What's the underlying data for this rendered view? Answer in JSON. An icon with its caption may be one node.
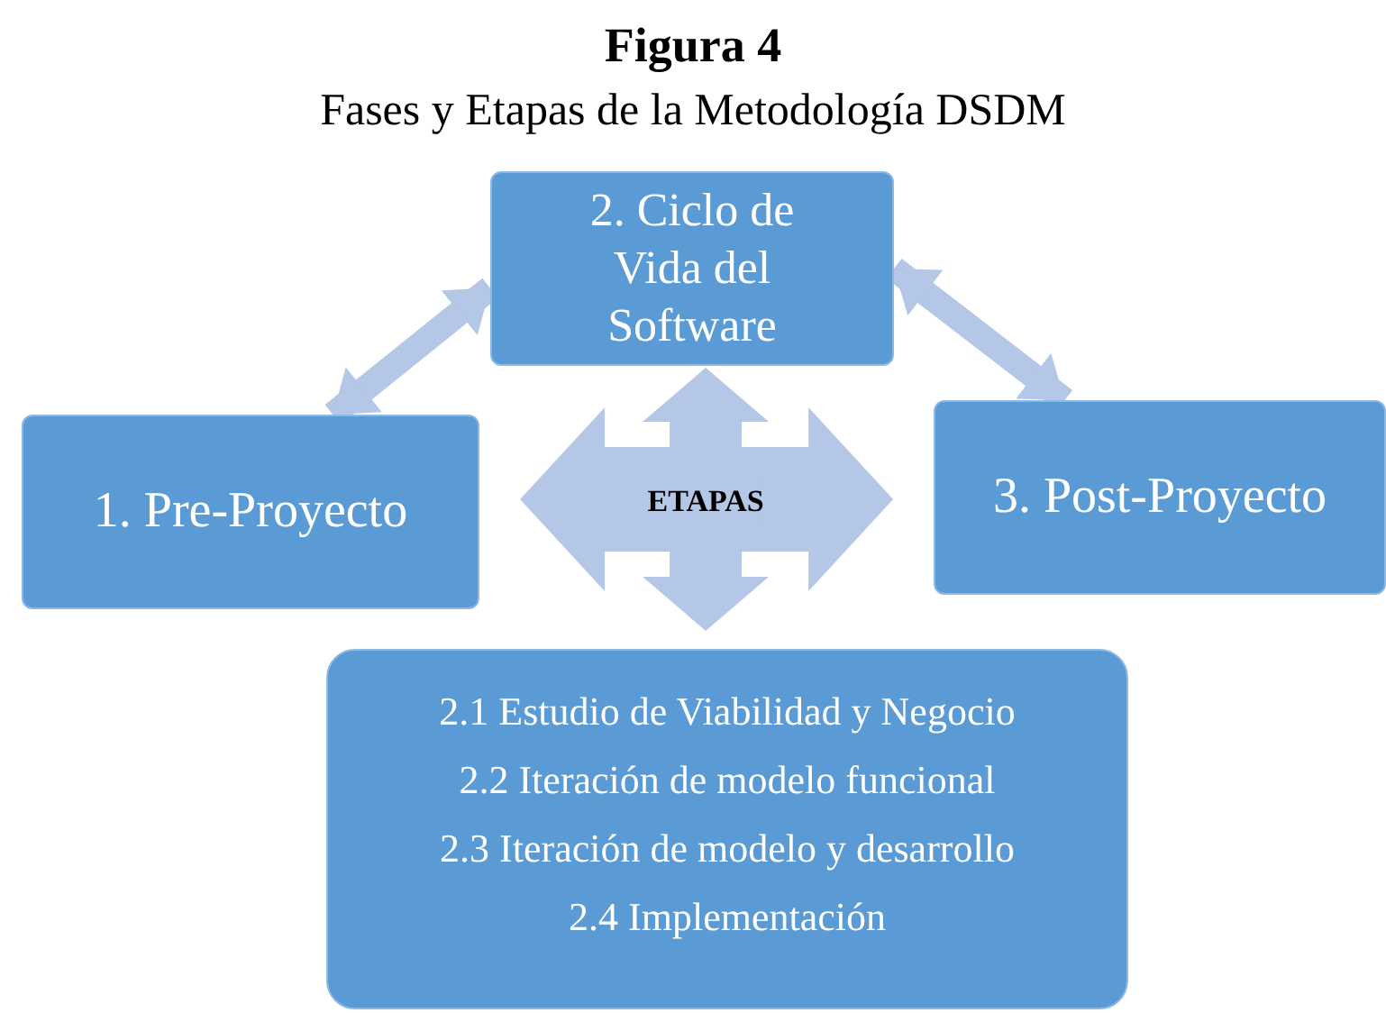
{
  "diagram": {
    "title": "Figura 4",
    "caption": "Fases y Etapas de la Metodología DSDM",
    "nodes": [
      {
        "text": [
          "2. Ciclo de Vida del Software"
        ]
      },
      {
        "text": [
          "1. Pre-Proyecto"
        ]
      },
      {
        "text": [
          "3. Post-Proyecto"
        ]
      },
      {
        "text": [
          "2.1 Estudio de Viabilidad y Negocio",
          "2.2 Iteración de modelo funcional",
          "2.3 Iteración de modelo y desarrollo",
          "2.4 Implementación"
        ]
      }
    ],
    "edges": [
      {
        "from": 1,
        "to": 0,
        "arrow": "both"
      },
      {
        "from": 0,
        "to": 2,
        "arrow": "both"
      },
      {
        "from": 0,
        "to": 3,
        "arrow": "both",
        "label": "ETAPAS",
        "style": "thick"
      }
    ]
  }
}
